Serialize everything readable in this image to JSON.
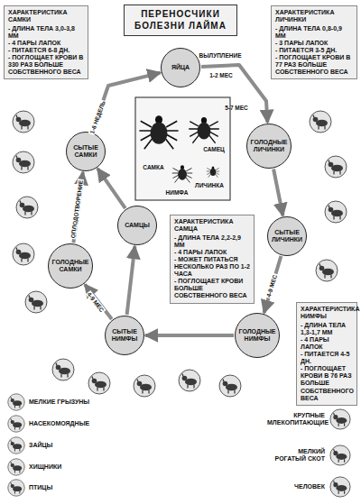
{
  "diagram": {
    "title": "ПЕРЕНОСЧИКИ БОЛЕЗНИ ЛАЙМА",
    "nodes": [
      {
        "text": [
          "ЯЙЦА"
        ]
      },
      {
        "text": [
          "ГОЛОДНЫЕ ЛИЧИНКИ"
        ]
      },
      {
        "text": [
          "СЫТЫЕ ЛИЧИНКИ"
        ]
      },
      {
        "text": [
          "ГОЛОДНЫЕ НИМФЫ"
        ]
      },
      {
        "text": [
          "СЫТЫЕ НИМФЫ"
        ]
      },
      {
        "text": [
          "ГОЛОДНЫЕ САМКИ"
        ]
      },
      {
        "text": [
          "САМЦЫ"
        ]
      },
      {
        "text": [
          "СЫТЫЕ САМКИ"
        ]
      },
      {
        "text": [
          "ХАРАКТЕРИСТИКА САМКИ",
          "- ДЛИНА ТЕЛА 3,0-3,8 ММ",
          "- 4 ПАРЫ ЛАПОК",
          "- ПИТАЕТСЯ 6-8 ДН.",
          "- ПОГЛОЩАЕТ КРОВИ В 330 РАЗ БОЛЬШЕ СОБСТВЕННОГО ВЕСА"
        ]
      },
      {
        "text": [
          "ХАРАКТЕРИСТИКА ЛИЧИНКИ",
          "- ДЛИНА ТЕЛА 0,8-0,9 ММ",
          "- 3 ПАРЫ ЛАПОК",
          "- ПИТАЕТСЯ 3-5 ДН.",
          "- ПОГЛОЩАЕТ КРОВИ В 77 РАЗ БОЛЬШЕ СОБСТВЕННОГО ВЕСА"
        ]
      },
      {
        "text": [
          "ХАРАКТЕРИСТИКА САМЦА",
          "- ДЛИНА ТЕЛА 2,2-2,9 ММ",
          "- 4 ПАРЫ ЛАПОК",
          "- МОЖЕТ ПИТАТЬСЯ НЕСКОЛЬКО РАЗ ПО 1-2 ЧАСА",
          "- ПОГЛОЩАЕТ КРОВИ БОЛЬШЕ СОБСТВЕННОГО ВЕСА"
        ]
      },
      {
        "text": [
          "ХАРАКТЕРИСТИКА НИМФЫ",
          "- ДЛИНА ТЕЛА 1,3-1,7 ММ",
          "- 4 ПАРЫ ЛАПОК",
          "- ПИТАЕТСЯ 4-5 ДН.",
          "- ПОГЛОЩАЕТ КРОВИ В 76 РАЗ БОЛЬШЕ СОБСТВЕННОГО ВЕСА"
        ]
      }
    ],
    "edges": [
      {
        "from": 7,
        "to": 0,
        "arrow": "to",
        "label": "1-6 НЕДЕЛЬ"
      },
      {
        "from": 0,
        "to": 1,
        "arrow": "to",
        "label": "ВЫЛУПЛЕНИЕ"
      },
      {
        "from": 1,
        "to": 2,
        "arrow": "to"
      },
      {
        "from": 2,
        "to": 3,
        "arrow": "to",
        "label": "4-9 МЕС"
      },
      {
        "from": 3,
        "to": 4,
        "arrow": "to"
      },
      {
        "from": 4,
        "to": 5,
        "arrow": "to",
        "label": "4-9 МЕС"
      },
      {
        "from": 4,
        "to": 6,
        "arrow": "to"
      },
      {
        "from": 5,
        "to": 7,
        "arrow": "to",
        "label": "ОПЛОДОТВОРЕНИЕ"
      },
      {
        "from": 6,
        "to": 7,
        "arrow": "to"
      }
    ],
    "labels": [
      "1-2 МЕС",
      "5-7 МЕС",
      "САМКА",
      "САМЕЦ",
      "ЛИЧИНКА",
      "НИМФА",
      "МЕЛКИЕ ГРЫЗУНЫ",
      "НАСЕКОМОЯДНЫЕ",
      "ЗАЙЦЫ",
      "ХИЩНИКИ",
      "ПТИЦЫ",
      "КРУПНЫЕ МЛЕКОПИТАЮЩИЕ",
      "МЕЛКИЙ РОГАТЫЙ СКОТ",
      "ЧЕЛОВЕК"
    ]
  }
}
